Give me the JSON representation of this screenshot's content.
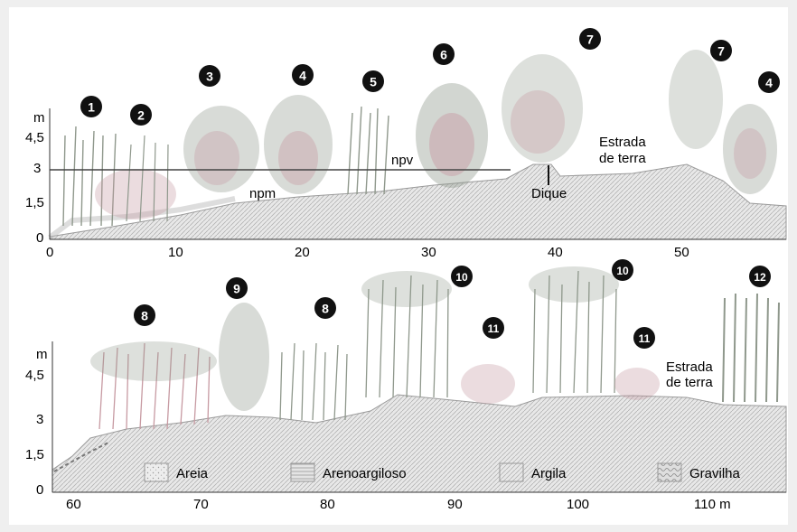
{
  "top_profile": {
    "y_unit": "m",
    "y_ticks": [
      "4,5",
      "3",
      "1,5",
      "0"
    ],
    "x_ticks": [
      "0",
      "10",
      "20",
      "30",
      "40",
      "50"
    ],
    "labels": {
      "npm": "npm",
      "npv": "npv",
      "dique": "Dique",
      "estrada_line1": "Estrada",
      "estrada_line2": "de terra"
    },
    "markers": [
      "1",
      "2",
      "3",
      "4",
      "5",
      "6",
      "7",
      "7",
      "4"
    ]
  },
  "bottom_profile": {
    "y_unit": "m",
    "y_ticks": [
      "4,5",
      "3",
      "1,5",
      "0"
    ],
    "x_ticks": [
      "60",
      "70",
      "80",
      "90",
      "100",
      "110 m"
    ],
    "labels": {
      "estrada_line1": "Estrada",
      "estrada_line2": "de terra"
    },
    "markers": [
      "8",
      "9",
      "8",
      "10",
      "11",
      "10",
      "11",
      "12"
    ]
  },
  "legend": [
    {
      "key": "areia",
      "label": "Areia"
    },
    {
      "key": "arenoargiloso",
      "label": "Arenoargiloso"
    },
    {
      "key": "argila",
      "label": "Argila"
    },
    {
      "key": "gravilha",
      "label": "Gravilha"
    }
  ],
  "colors": {
    "plant_green": "#8f988c",
    "plant_pink": "#c79aa2",
    "ground": "#d6d6d6",
    "marker": "#111111"
  }
}
